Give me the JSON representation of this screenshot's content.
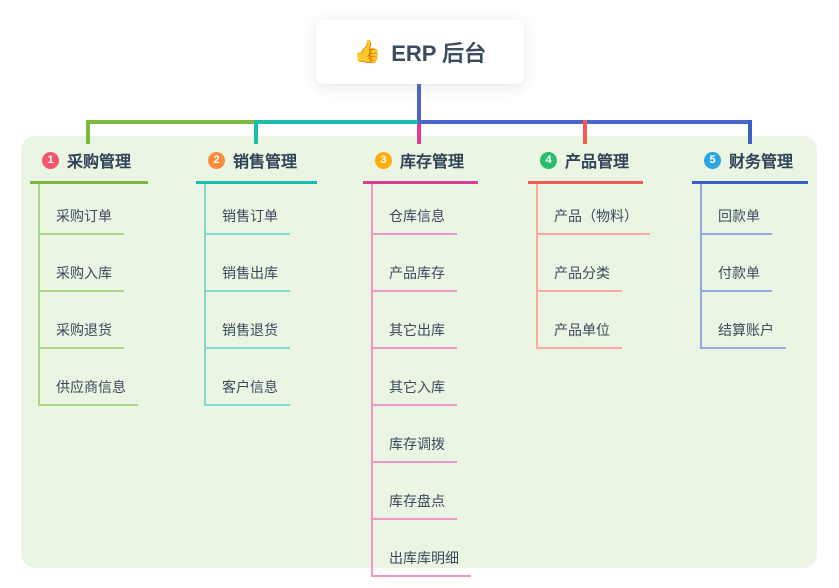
{
  "root": {
    "icon": "👍",
    "label": "ERP 后台"
  },
  "panel": {
    "bg": "#EAF6E3"
  },
  "connector": {
    "root_line_color": "#5064C8",
    "segments": [
      "#7CB93E",
      "#1ABCAD",
      "#4A66CC"
    ],
    "drops": [
      "#7CB93E",
      "#1ABCAD",
      "#DD3D97",
      "#F25B52",
      "#3A5FC6"
    ]
  },
  "branches": [
    {
      "num": "1",
      "label": "采购管理",
      "badge_color": "#F4566E",
      "line_color": "#7CB93E",
      "child_line_color": "#ABD683",
      "children": [
        "采购订单",
        "采购入库",
        "采购退货",
        "供应商信息"
      ]
    },
    {
      "num": "2",
      "label": "销售管理",
      "badge_color": "#FB8C3C",
      "line_color": "#1ABCAD",
      "child_line_color": "#82DAD2",
      "children": [
        "销售订单",
        "销售出库",
        "销售退货",
        "客户信息"
      ]
    },
    {
      "num": "3",
      "label": "库存管理",
      "badge_color": "#FFAE0C",
      "line_color": "#DD3D97",
      "child_line_color": "#F195C5",
      "children": [
        "仓库信息",
        "产品库存",
        "其它出库",
        "其它入库",
        "库存调拨",
        "库存盘点",
        "出库库明细"
      ]
    },
    {
      "num": "4",
      "label": "产品管理",
      "badge_color": "#2BBE6C",
      "line_color": "#F25B52",
      "child_line_color": "#F9A8A2",
      "children": [
        "产品（物料）",
        "产品分类",
        "产品单位"
      ]
    },
    {
      "num": "5",
      "label": "财务管理",
      "badge_color": "#2AA6E4",
      "line_color": "#3A5FC6",
      "child_line_color": "#93A9DF",
      "children": [
        "回款单",
        "付款单",
        "结算账户"
      ]
    }
  ]
}
